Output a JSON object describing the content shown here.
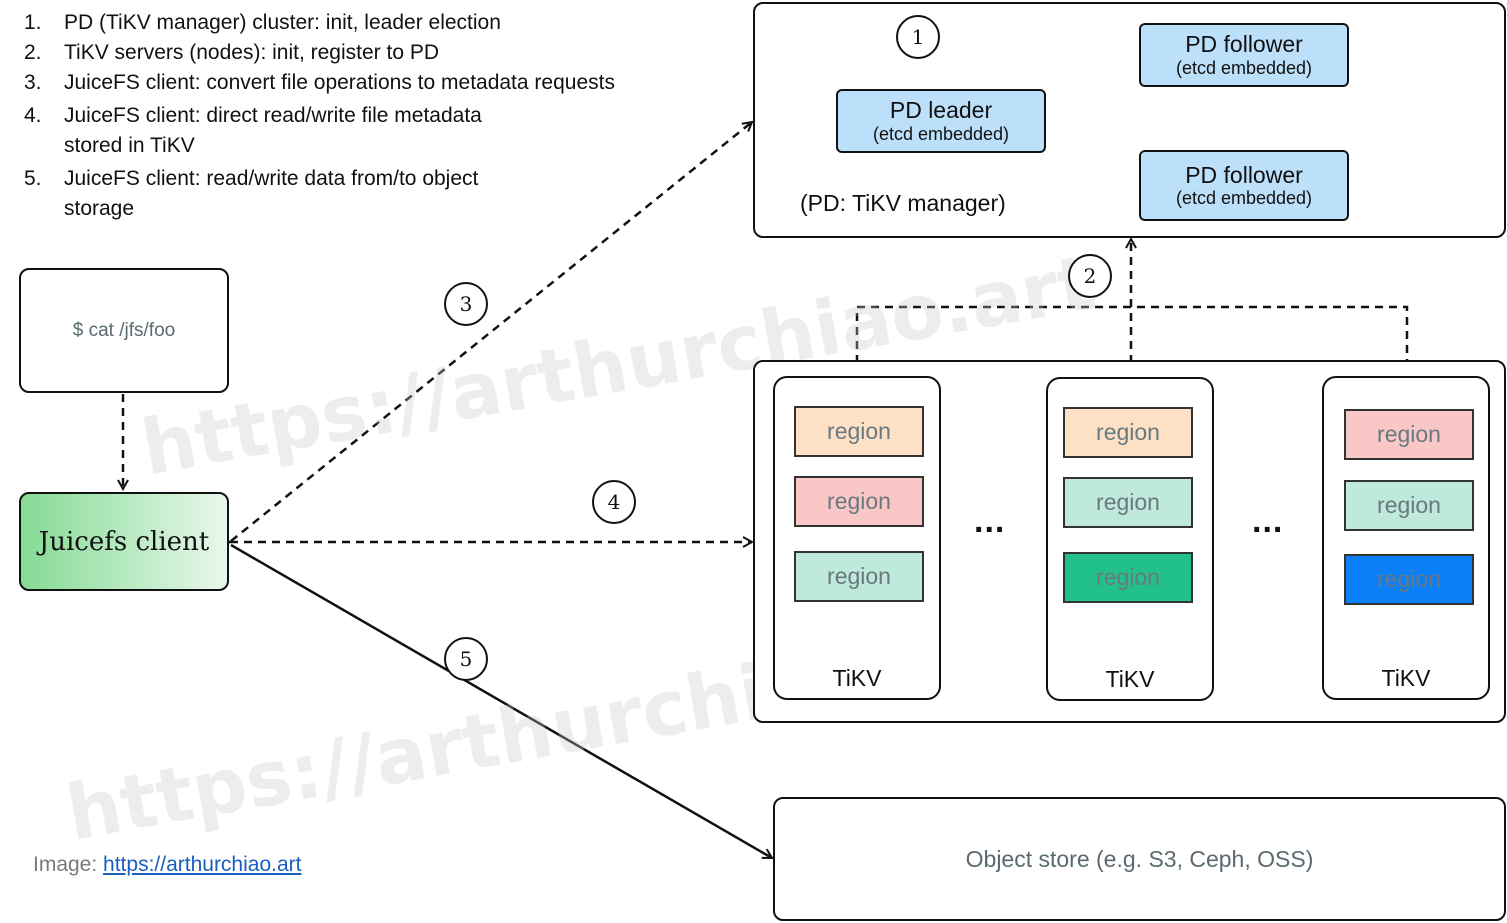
{
  "steps": [
    {
      "num": "1.",
      "text": "PD (TiKV manager) cluster: init, leader election"
    },
    {
      "num": "2.",
      "text": "TiKV servers (nodes): init, register to PD"
    },
    {
      "num": "3.",
      "text": "JuiceFS client: convert file operations to metadata requests"
    },
    {
      "num": "4.",
      "text": "JuiceFS client: direct read/write file metadata stored in TiKV"
    },
    {
      "num": "5.",
      "text": "JuiceFS client: read/write data from/to object storage"
    }
  ],
  "shell_command": "$ cat /jfs/foo",
  "client_label": "Juicefs client",
  "pd_cluster": {
    "leader": {
      "title": "PD leader",
      "subtitle": "(etcd embedded)"
    },
    "followers": [
      {
        "title": "PD follower",
        "subtitle": "(etcd embedded)"
      },
      {
        "title": "PD follower",
        "subtitle": "(etcd embedded)"
      }
    ],
    "caption": "(PD: TiKV manager)"
  },
  "tikv_nodes": [
    {
      "label": "TiKV",
      "regions": [
        {
          "text": "region",
          "color": "#fde0c6"
        },
        {
          "text": "region",
          "color": "#f9c8c6"
        },
        {
          "text": "region",
          "color": "#bfe9da"
        }
      ]
    },
    {
      "label": "TiKV",
      "regions": [
        {
          "text": "region",
          "color": "#fde0c6"
        },
        {
          "text": "region",
          "color": "#bfe9da"
        },
        {
          "text": "region",
          "color": "#22c189"
        }
      ]
    },
    {
      "label": "TiKV",
      "regions": [
        {
          "text": "region",
          "color": "#f9c8c6"
        },
        {
          "text": "region",
          "color": "#bfe9da"
        },
        {
          "text": "region",
          "color": "#0a7ff7"
        }
      ]
    }
  ],
  "ellipsis": "...",
  "markers": {
    "m1": "1",
    "m2": "2",
    "m3": "3",
    "m4": "4",
    "m5": "5"
  },
  "object_store": "Object store (e.g. S3, Ceph, OSS)",
  "credit": {
    "prefix": "Image: ",
    "link": "https://arthurchiao.art"
  },
  "watermark": "https://arthurchiao.art"
}
